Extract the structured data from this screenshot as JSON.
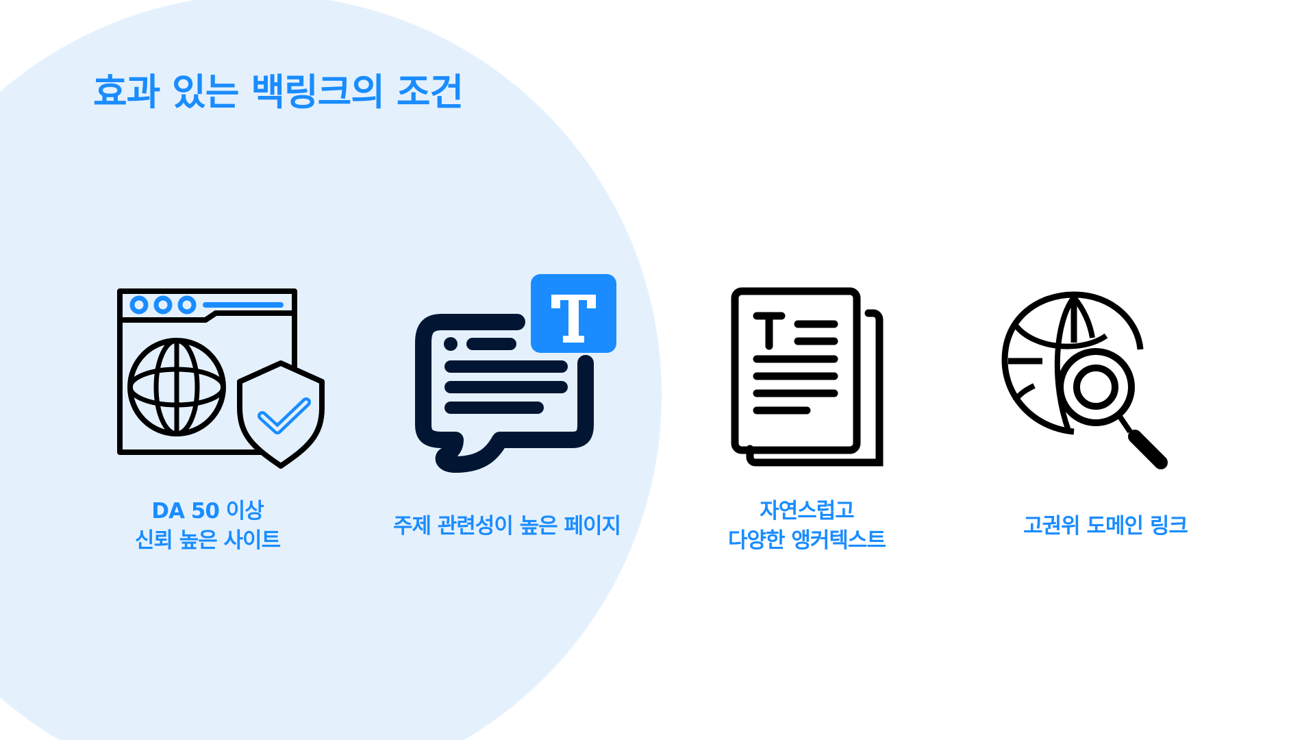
{
  "title": "효과 있는 백링크의 조건",
  "colors": {
    "accent": "#1a8cff",
    "background_circle": "#e4f1fd",
    "icon_dark": "#000000",
    "icon_navy": "#021633"
  },
  "items": [
    {
      "icon": "secure-website-icon",
      "lines": [
        "DA 50 이상",
        "신뢰 높은 사이트"
      ]
    },
    {
      "icon": "text-chat-icon",
      "lines": [
        "주제 관련성이 높은 페이지"
      ]
    },
    {
      "icon": "text-document-icon",
      "lines": [
        "자연스럽고",
        "다양한 앵커텍스트"
      ]
    },
    {
      "icon": "globe-search-icon",
      "lines": [
        "고권위 도메인 링크"
      ]
    }
  ]
}
